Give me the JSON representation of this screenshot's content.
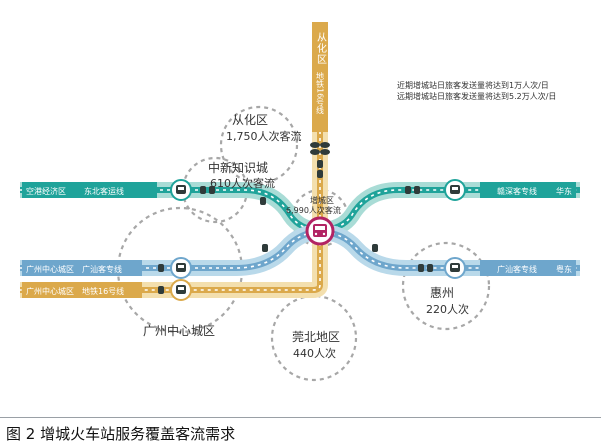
{
  "notes": {
    "near_term": "近期增城站日旅客发送量将达到1万人次/日",
    "long_term": "远期增城站日旅客发送量将达到5.2万人次/日"
  },
  "station": {
    "name": "增城区",
    "flow": "6,990人次客流"
  },
  "regions": {
    "conghua": {
      "name": "从化区",
      "flow": "1,750人次客流"
    },
    "zhongxin": {
      "name": "中新知识城",
      "flow": "610人次客流"
    },
    "guangzhou_center": {
      "name": "广州中心城区"
    },
    "huizhou": {
      "name": "惠州",
      "flow": "220人次"
    },
    "dongguan_north": {
      "name": "莞北地区",
      "flow": "440人次"
    }
  },
  "rail_lines": {
    "north_top": "从化区",
    "north_metro": "地铁16号线",
    "west_top_end": "空港经济区",
    "west_top_line": "东北客运线",
    "east_top_line": "赣深客专线",
    "east_top_end": "华东",
    "west_mid_end": "广州中心城区",
    "west_mid_line": "广汕客专线",
    "west_bottom_end": "广州中心城区",
    "west_bottom_line": "地铁16号线",
    "east_bottom_line": "广汕客专线",
    "east_bottom_end": "粤东"
  },
  "caption": "图 2   增城火车站服务覆盖客流需求",
  "colors": {
    "teal": "#1fa39a",
    "teal_light": "#a9dcd6",
    "blue": "#6ea6cc",
    "blue_light": "#b9d9ea",
    "gold": "#dba94b",
    "gold_light": "#f3dfae",
    "magenta": "#b22363",
    "node": "#333333"
  }
}
